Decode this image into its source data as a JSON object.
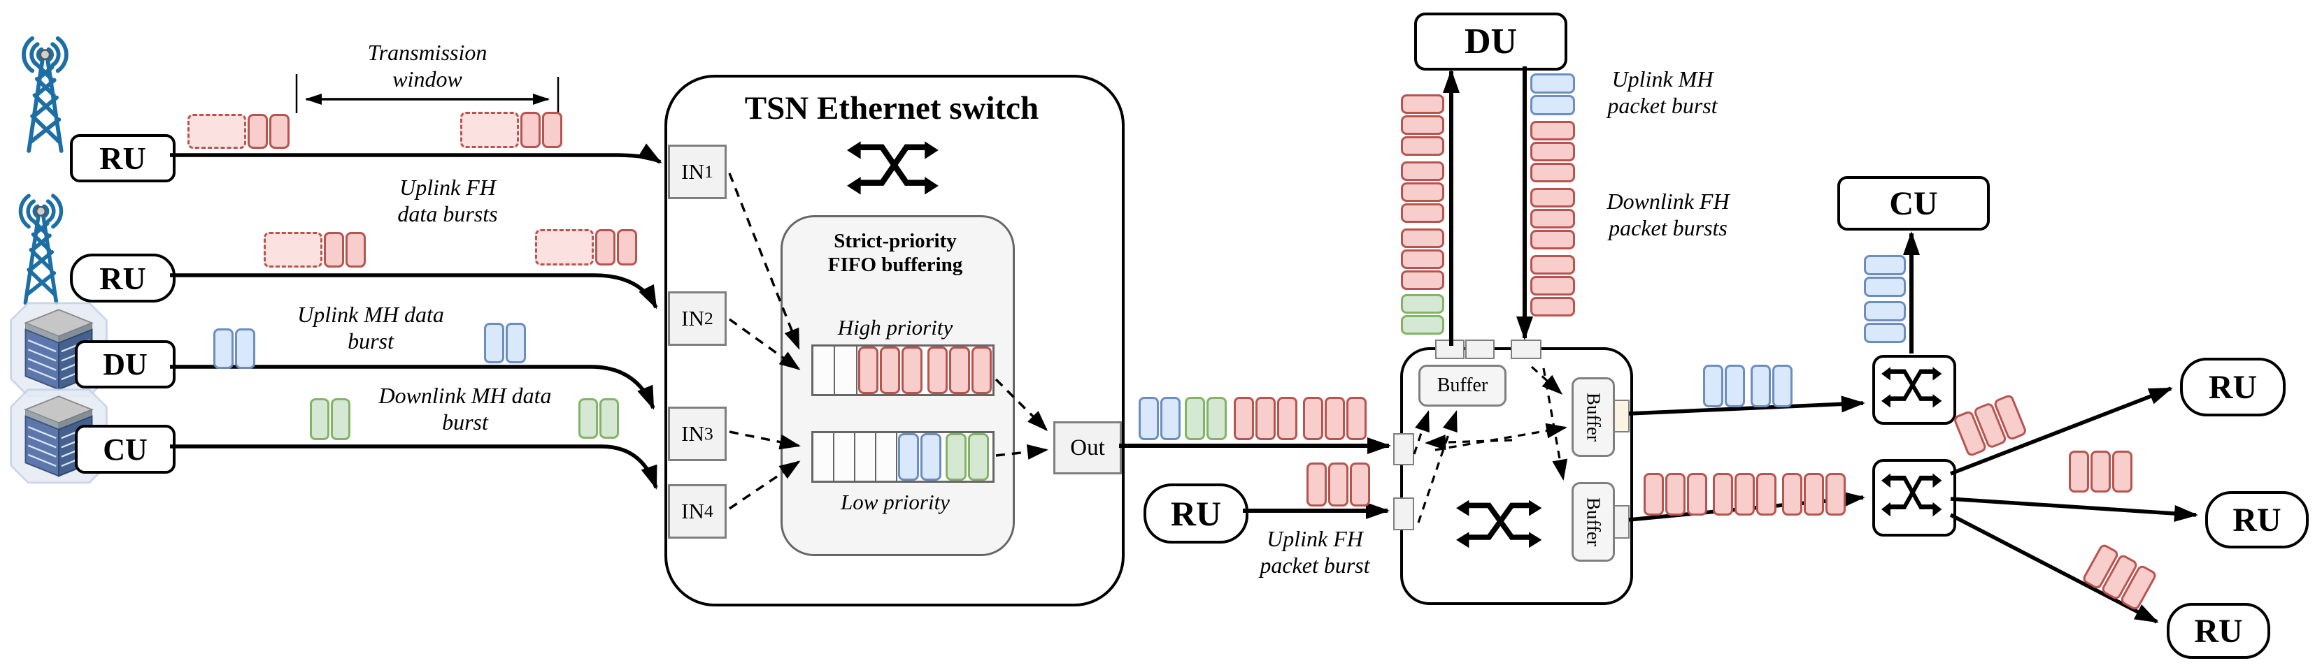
{
  "colors": {
    "fh_red_fill": "#f8cecc",
    "fh_red_stroke": "#b85450",
    "mh_blue_fill": "#dae8fc",
    "mh_blue_stroke": "#6c8ebf",
    "mh_green_fill": "#d5e8d4",
    "mh_green_stroke": "#82b366",
    "grey_box_fill": "#f2f2f2",
    "grey_box_stroke": "#7f7f7f",
    "antenna_blue": "#1c6ea4"
  },
  "left": {
    "ru1": "RU",
    "ru2": "RU",
    "du": "DU",
    "cu": "CU",
    "transmission_window": {
      "line1": "Transmission",
      "line2": "window"
    },
    "uplink_fh": {
      "line1": "Uplink FH",
      "line2": "data bursts"
    },
    "uplink_mh": {
      "line1": "Uplink MH data",
      "line2": "burst"
    },
    "downlink_mh": {
      "line1": "Downlink MH data",
      "line2": "burst"
    }
  },
  "tsn_switch": {
    "title": "TSN Ethernet switch",
    "buffering": {
      "title_line1": "Strict-priority",
      "title_line2": "FIFO buffering",
      "high_label": "High priority",
      "low_label": "Low priority"
    },
    "ports": [
      {
        "base": "IN",
        "sub": "1"
      },
      {
        "base": "IN",
        "sub": "2"
      },
      {
        "base": "IN",
        "sub": "3"
      },
      {
        "base": "IN",
        "sub": "4"
      }
    ],
    "out_label": "Out"
  },
  "middle": {
    "ru": "RU",
    "uplink_fh_burst": {
      "line1": "Uplink FH",
      "line2": "packet burst"
    },
    "du": "DU",
    "buffer_label": "Buffer",
    "uplink_mh_burst": {
      "line1": "Uplink MH",
      "line2": "packet burst"
    },
    "downlink_fh_bursts": {
      "line1": "Downlink FH",
      "line2": "packet bursts"
    }
  },
  "right": {
    "cu": "CU",
    "ru_top": "RU",
    "ru_mid": "RU",
    "ru_bottom": "RU"
  }
}
